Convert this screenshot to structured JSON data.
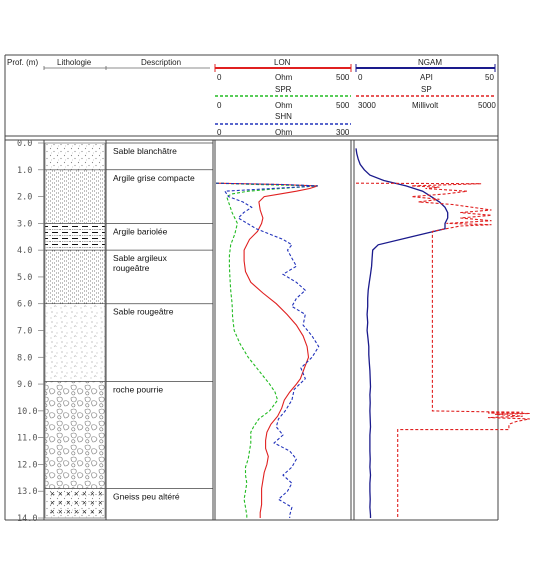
{
  "chart_data": {
    "type": "line",
    "header": {
      "depth_label": "Prof. (m)",
      "lithology_label": "Lithologie",
      "description_label": "Description",
      "track1_title": "LON",
      "track2_title": "NGAM"
    },
    "depth_axis": {
      "ticks": [
        "0.0",
        "1.0",
        "2.0",
        "3.0",
        "4.0",
        "5.0",
        "6.0",
        "7.0",
        "8.0",
        "9.0",
        "10.0",
        "11.0",
        "12.0",
        "13.0",
        "14.0"
      ],
      "ylim": [
        0,
        14
      ]
    },
    "scales": [
      {
        "name": "LON",
        "unit": "Ohm",
        "min": "0",
        "max": "500",
        "color": "#e02020",
        "dash": "solid"
      },
      {
        "name": "SPR",
        "unit": "Ohm",
        "min": "0",
        "max": "500",
        "color": "#22bb22",
        "dash": "dashed"
      },
      {
        "name": "SHN",
        "unit": "Ohm",
        "min": "0",
        "max": "300",
        "color": "#2233bb",
        "dash": "dashed"
      },
      {
        "name": "NGAM",
        "unit": "API",
        "min": "0",
        "max": "50",
        "color": "#1a1a8c",
        "dash": "solid"
      },
      {
        "name": "SP",
        "unit": "Millivolt",
        "min": "3000",
        "max": "5000",
        "color": "#e02020",
        "dash": "dashed"
      }
    ],
    "layers": [
      {
        "top": 0.0,
        "bottom": 1.0,
        "description": "Sable blanchâtre",
        "pattern": "sand"
      },
      {
        "top": 1.0,
        "bottom": 3.0,
        "description": "Argile grise compacte",
        "pattern": "clay"
      },
      {
        "top": 3.0,
        "bottom": 4.0,
        "description": "Argile bariolée",
        "pattern": "clay2"
      },
      {
        "top": 4.0,
        "bottom": 6.0,
        "description": "Sable argileux rougeâtre",
        "pattern": "clay"
      },
      {
        "top": 6.0,
        "bottom": 8.9,
        "description": "Sable rougeâtre",
        "pattern": "sand2"
      },
      {
        "top": 8.9,
        "bottom": 12.9,
        "description": "roche pourrie",
        "pattern": "rock"
      },
      {
        "top": 12.9,
        "bottom": 14.0,
        "description": "Gneiss peu altéré",
        "pattern": "gneiss"
      }
    ],
    "series": [
      {
        "name": "LON",
        "depth": [
          1.5,
          1.55,
          1.6,
          1.7,
          1.8,
          1.9,
          2.0,
          2.2,
          2.5,
          2.8,
          3.0,
          3.3,
          3.6,
          4.0,
          4.4,
          4.8,
          5.2,
          5.6,
          6.0,
          6.4,
          6.8,
          7.2,
          7.6,
          8.0,
          8.4,
          8.8,
          9.0,
          9.3,
          9.6,
          9.9,
          10.2,
          10.5,
          10.8,
          11.1,
          11.4,
          11.7,
          12.0,
          12.3,
          12.6,
          12.9,
          13.2,
          13.5,
          13.8,
          14.0
        ],
        "values": [
          0,
          240,
          380,
          350,
          300,
          240,
          180,
          160,
          165,
          175,
          170,
          155,
          125,
          105,
          105,
          110,
          130,
          175,
          225,
          265,
          300,
          325,
          340,
          345,
          330,
          315,
          300,
          275,
          255,
          245,
          230,
          205,
          190,
          185,
          185,
          195,
          190,
          180,
          175,
          170,
          170,
          170,
          165,
          165
        ]
      },
      {
        "name": "SPR",
        "depth": [
          1.5,
          1.55,
          1.6,
          1.7,
          1.8,
          1.9,
          2.0,
          2.3,
          2.6,
          3.0,
          3.4,
          3.8,
          4.2,
          4.6,
          5.0,
          5.5,
          6.0,
          6.5,
          7.0,
          7.5,
          8.0,
          8.5,
          9.0,
          9.3,
          9.6,
          10.0,
          10.3,
          10.6,
          10.8,
          11.0,
          11.2,
          11.5,
          11.8,
          12.1,
          12.4,
          12.7,
          13.0,
          13.3,
          13.6,
          13.9,
          14.0
        ],
        "values": [
          0,
          150,
          380,
          240,
          120,
          60,
          40,
          50,
          60,
          80,
          70,
          55,
          50,
          50,
          52,
          55,
          60,
          62,
          68,
          90,
          120,
          160,
          200,
          220,
          230,
          200,
          160,
          140,
          130,
          130,
          130,
          125,
          120,
          110,
          110,
          115,
          110,
          105,
          110,
          115,
          115
        ]
      },
      {
        "name": "SHN",
        "depth": [
          1.5,
          1.55,
          1.6,
          1.8,
          2.0,
          2.2,
          2.4,
          2.6,
          2.8,
          3.0,
          3.2,
          3.4,
          3.6,
          3.8,
          4.0,
          4.3,
          4.6,
          4.9,
          5.2,
          5.5,
          5.8,
          6.1,
          6.4,
          6.8,
          7.2,
          7.6,
          8.0,
          8.4,
          8.8,
          9.2,
          9.6,
          10.0,
          10.3,
          10.6,
          10.9,
          11.2,
          11.5,
          11.8,
          12.1,
          12.4,
          12.7,
          13.0,
          13.3,
          13.6,
          13.9,
          14.0
        ],
        "values": [
          0,
          150,
          228,
          20,
          28,
          60,
          80,
          62,
          50,
          70,
          90,
          120,
          150,
          170,
          160,
          170,
          180,
          150,
          180,
          200,
          180,
          170,
          200,
          195,
          215,
          230,
          215,
          190,
          200,
          175,
          170,
          155,
          140,
          135,
          150,
          130,
          165,
          180,
          170,
          150,
          170,
          160,
          140,
          170,
          165,
          165
        ]
      },
      {
        "name": "NGAM",
        "depth": [
          0.2,
          0.4,
          0.6,
          0.8,
          1.0,
          1.2,
          1.4,
          1.6,
          1.8,
          2.0,
          2.2,
          2.4,
          2.6,
          2.8,
          3.0,
          3.2,
          3.5,
          3.8,
          4.0,
          4.3,
          4.6,
          4.9,
          5.2,
          5.5,
          5.8,
          6.1,
          6.4,
          6.7,
          7.0,
          7.3,
          7.6,
          7.9,
          8.2,
          8.5,
          8.8,
          9.1,
          9.4,
          9.7,
          10.0,
          10.3,
          10.6,
          10.9,
          11.2,
          11.5,
          11.8,
          12.1,
          12.4,
          12.7,
          13.0,
          13.3,
          13.6,
          13.9,
          14.0
        ],
        "values": [
          0,
          0.3,
          0.8,
          1.5,
          3,
          5,
          10,
          18,
          24,
          27,
          30,
          32,
          33,
          33,
          32,
          32,
          20,
          8,
          6,
          5.8,
          5.6,
          5.2,
          4.8,
          4.4,
          4.2,
          4.2,
          4.0,
          4.2,
          4.0,
          4.3,
          4.6,
          4.6,
          4.8,
          5.0,
          5.1,
          5.2,
          5.0,
          5.1,
          5.0,
          5.1,
          5.2,
          5.0,
          5.0,
          5.0,
          5.1,
          5.0,
          5.2,
          5.0,
          5.0,
          5.1,
          5.0,
          5.2,
          5.2
        ]
      },
      {
        "name": "SP",
        "depth": [
          1.5,
          1.52,
          1.6,
          1.65,
          1.7,
          1.8,
          1.9,
          2.0,
          2.1,
          2.2,
          2.3,
          2.5,
          2.6,
          2.7,
          2.8,
          2.9,
          3.0,
          3.05,
          3.1,
          3.3,
          4.0,
          6.0,
          8.0,
          9.5,
          10.0,
          10.03,
          10.05,
          10.08,
          10.1,
          10.13,
          10.2,
          10.25,
          10.3,
          10.4,
          10.5,
          10.7,
          10.7,
          11.0,
          14.0
        ],
        "values": [
          3000,
          4800,
          3800,
          4200,
          4000,
          4600,
          4300,
          3800,
          4200,
          3900,
          4400,
          4950,
          4500,
          4950,
          4500,
          4950,
          4300,
          4950,
          4500,
          4100,
          4100,
          4100,
          4100,
          4100,
          4100,
          4800,
          5400,
          4900,
          5500,
          5000,
          5400,
          4900,
          5500,
          5300,
          5200,
          5200,
          3600,
          3600,
          3600
        ]
      }
    ]
  }
}
